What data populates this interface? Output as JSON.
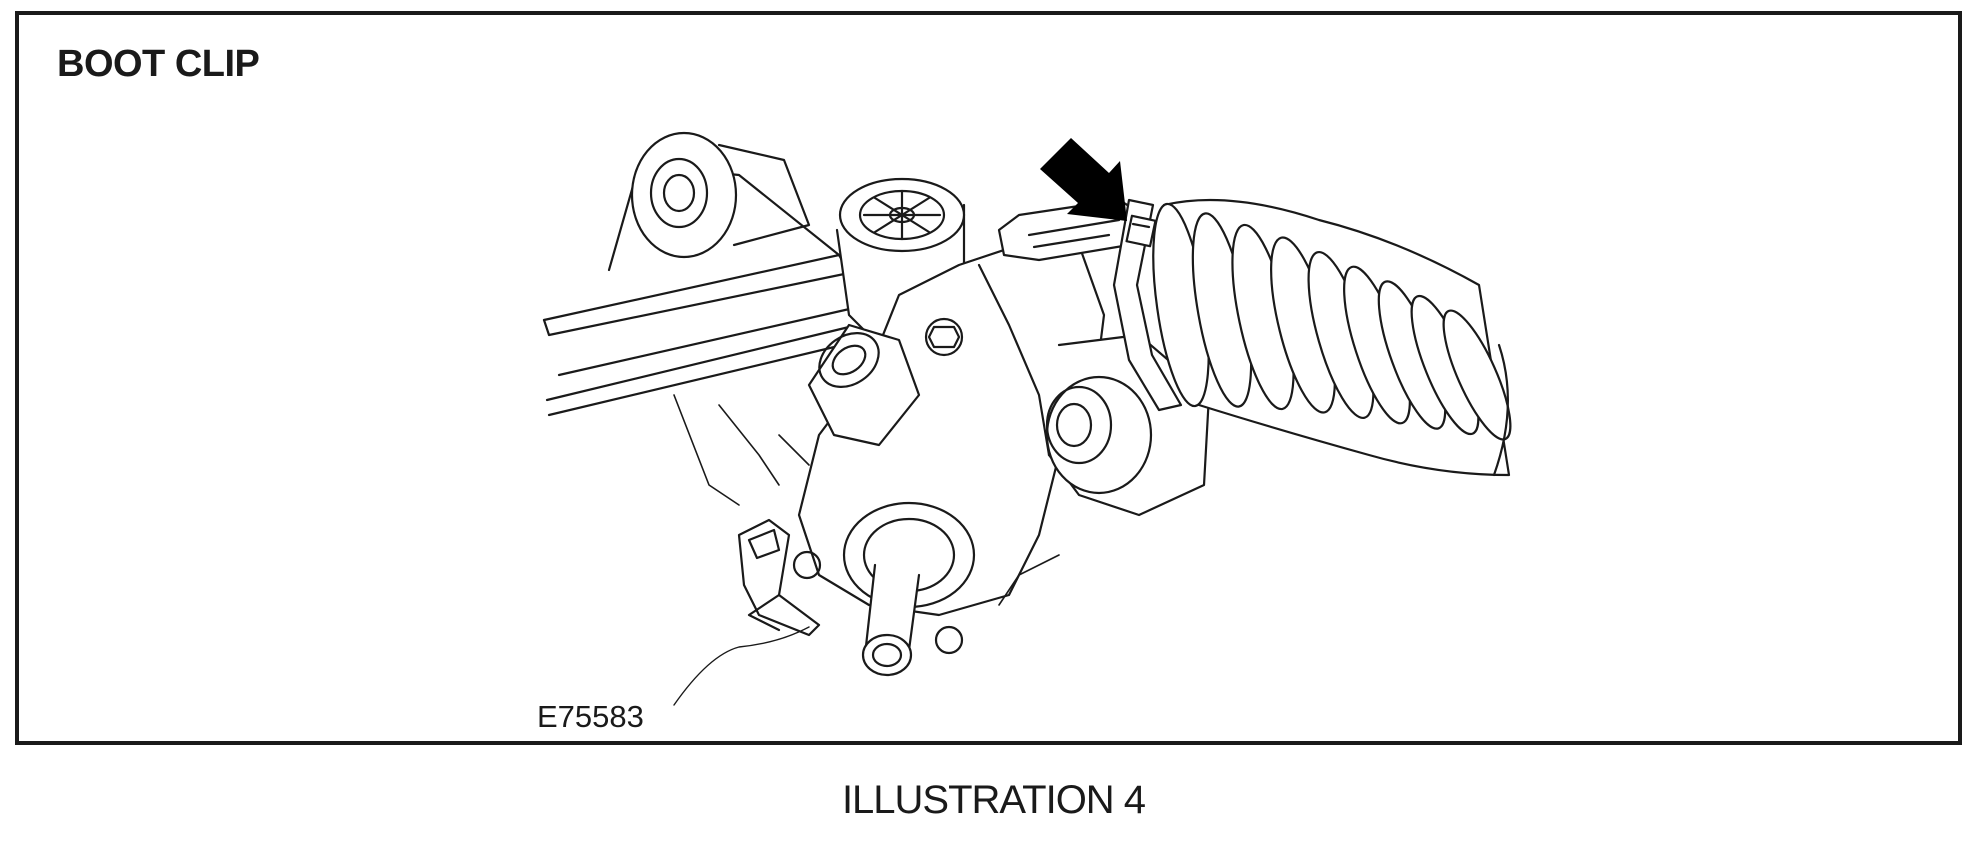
{
  "panel": {
    "title": "BOOT CLIP",
    "reference_code": "E75583"
  },
  "figure": {
    "caption": "ILLUSTRATION 4"
  }
}
